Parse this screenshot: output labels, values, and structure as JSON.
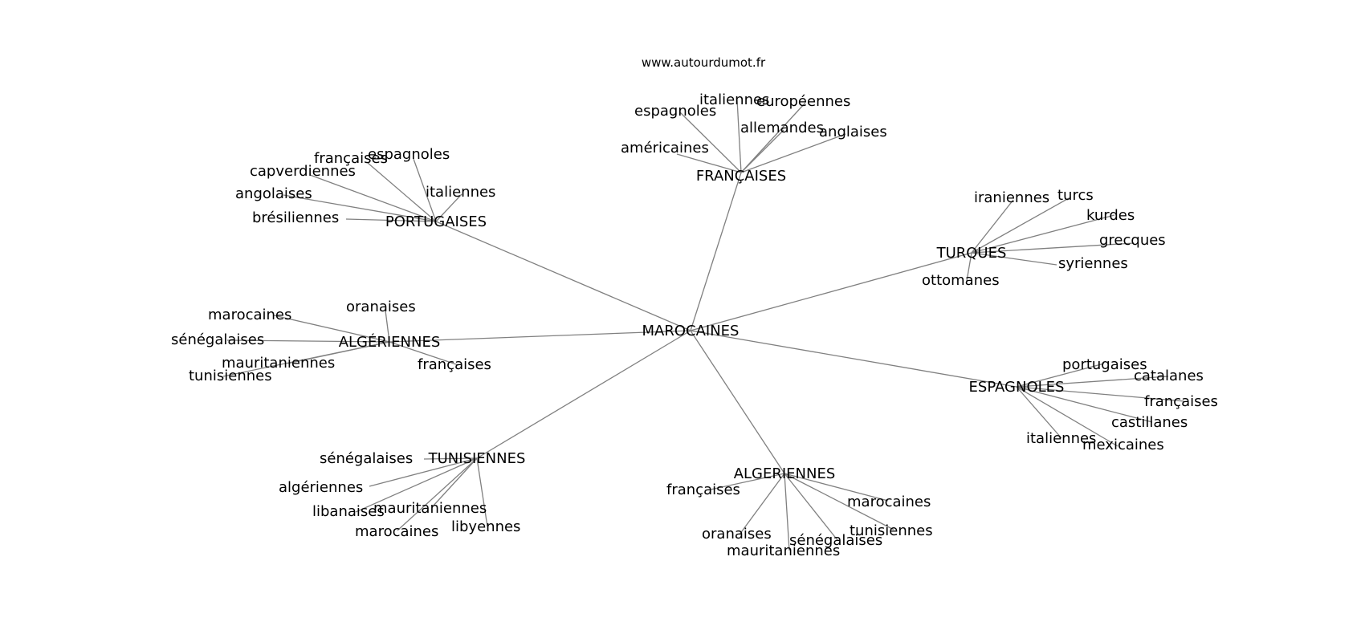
{
  "watermark": "www.autourdumot.fr",
  "graph": {
    "center": {
      "id": "c",
      "label": "MAROCAINES"
    },
    "hubs": [
      {
        "id": "h_fr",
        "label": "FRANÇAISES",
        "leaves": [
          "espagnoles",
          "italiennes",
          "européennes",
          "allemandes",
          "anglaises",
          "américaines"
        ]
      },
      {
        "id": "h_pt",
        "label": "PORTUGAISES",
        "leaves": [
          "espagnoles",
          "françaises",
          "capverdiennes",
          "angolaises",
          "brésiliennes",
          "italiennes"
        ]
      },
      {
        "id": "h_tr",
        "label": "TURQUES",
        "leaves": [
          "iraniennes",
          "turcs",
          "kurdes",
          "grecques",
          "syriennes",
          "ottomanes"
        ]
      },
      {
        "id": "h_dz1",
        "label": "ALGÉRIENNES",
        "leaves": [
          "marocaines",
          "oranaises",
          "sénégalaises",
          "mauritaniennes",
          "tunisiennes",
          "françaises"
        ]
      },
      {
        "id": "h_es",
        "label": "ESPAGNOLES",
        "leaves": [
          "portugaises",
          "catalanes",
          "françaises",
          "castillanes",
          "italiennes",
          "mexicaines"
        ]
      },
      {
        "id": "h_tn",
        "label": "TUNISIENNES",
        "leaves": [
          "sénégalaises",
          "algériennes",
          "libanaises",
          "mauritaniennes",
          "marocaines",
          "libyennes"
        ]
      },
      {
        "id": "h_dz2",
        "label": "ALGERIENNES",
        "leaves": [
          "françaises",
          "marocaines",
          "oranaises",
          "tunisiennes",
          "sénégalaises",
          "mauritaniennes"
        ]
      }
    ]
  }
}
